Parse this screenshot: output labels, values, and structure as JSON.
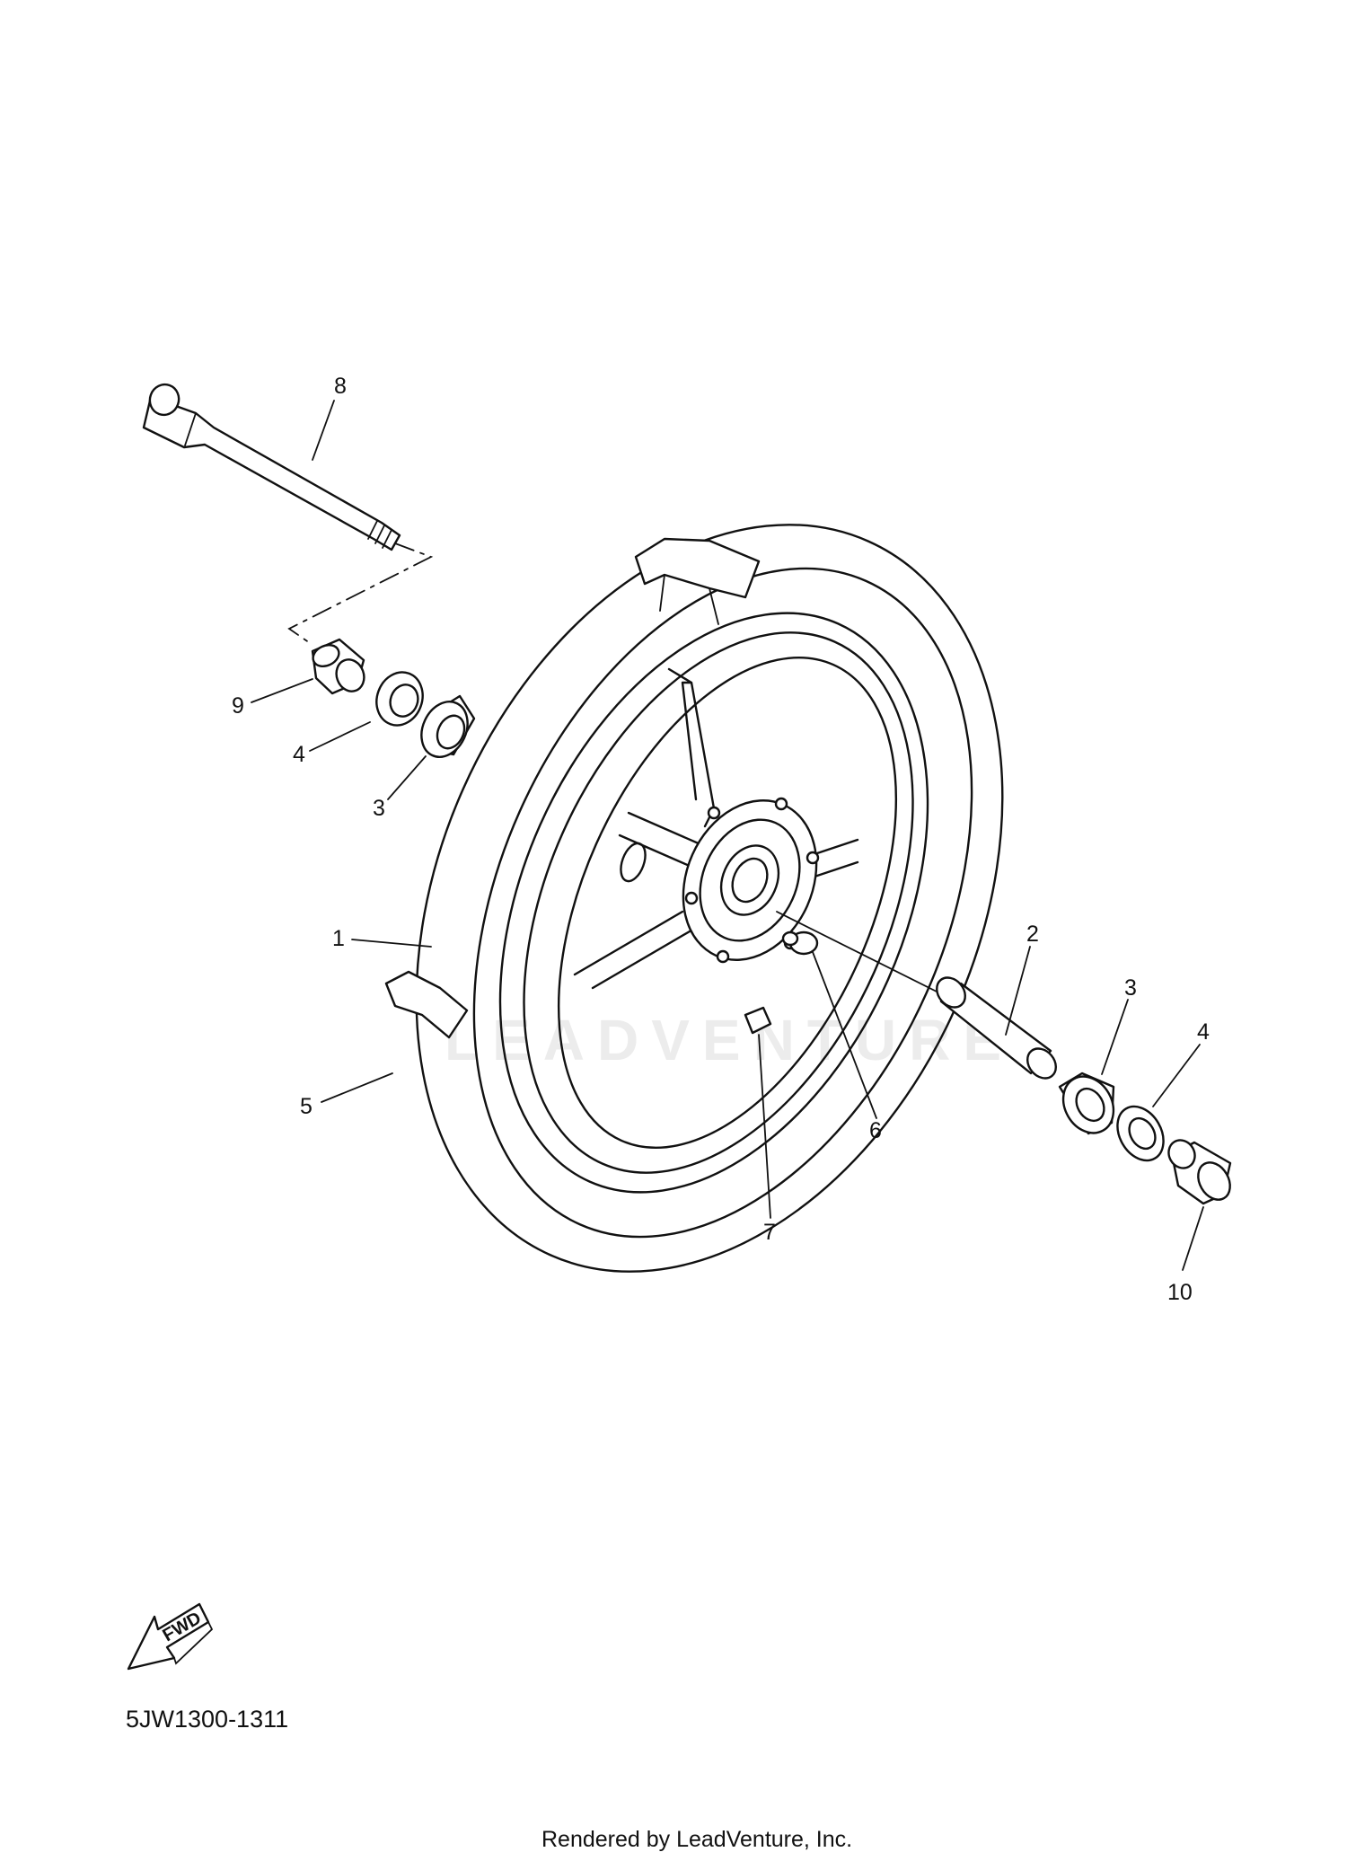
{
  "callouts": {
    "c1": "1",
    "c2": "2",
    "c3a": "3",
    "c3b": "3",
    "c4a": "4",
    "c4b": "4",
    "c5": "5",
    "c6": "6",
    "c7": "7",
    "c8": "8",
    "c9": "9",
    "c10": "10"
  },
  "watermark": "LEADVENTURE",
  "fwd_label": "FWD",
  "diagram_code": "5JW1300-1311",
  "credit": "Rendered by LeadVenture, Inc."
}
